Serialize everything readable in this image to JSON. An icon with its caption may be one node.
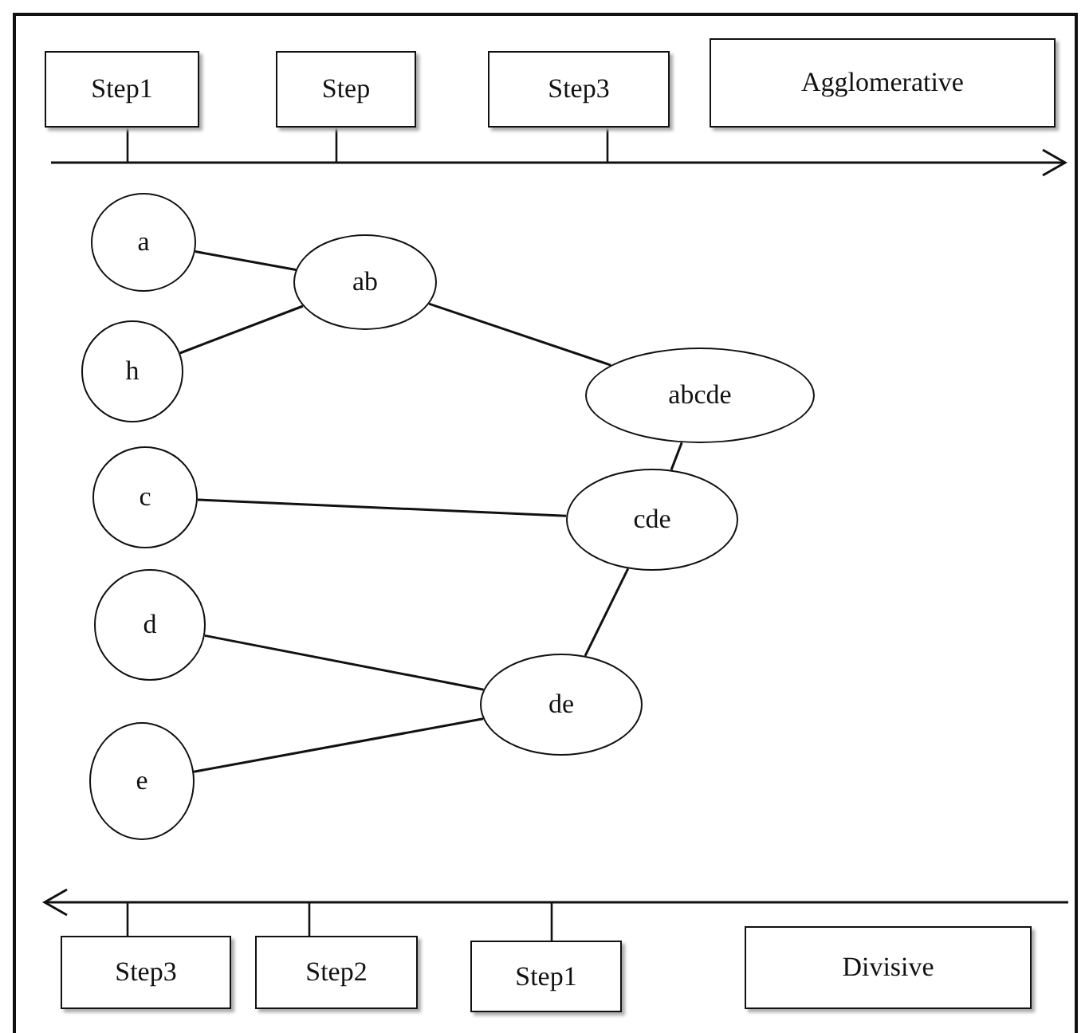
{
  "diagram": {
    "nodes": [
      {
        "text": [
          "Step1"
        ]
      },
      {
        "text": [
          "Step"
        ]
      },
      {
        "text": [
          "Step3"
        ]
      },
      {
        "text": [
          "Agglomerative"
        ]
      },
      {
        "text": [],
        "shape": "arrow"
      },
      {
        "text": [
          "a"
        ]
      },
      {
        "text": [
          "ab"
        ]
      },
      {
        "text": [
          "h"
        ]
      },
      {
        "text": [
          "abcde"
        ]
      },
      {
        "text": [
          "c"
        ]
      },
      {
        "text": [
          "cde"
        ]
      },
      {
        "text": [
          "d"
        ]
      },
      {
        "text": [
          "de"
        ]
      },
      {
        "text": [
          "e"
        ]
      },
      {
        "text": [],
        "shape": "arrow"
      },
      {
        "text": [
          "Step3"
        ]
      },
      {
        "text": [
          "Step2"
        ]
      },
      {
        "text": [
          "Step1"
        ]
      },
      {
        "text": [
          "Divisive"
        ]
      }
    ],
    "edges": [
      {
        "from": 0,
        "to": 4,
        "arrow": "none"
      },
      {
        "from": 1,
        "to": 4,
        "arrow": "none"
      },
      {
        "from": 2,
        "to": 4,
        "arrow": "none"
      },
      {
        "from": 5,
        "to": 6,
        "arrow": "none"
      },
      {
        "from": 7,
        "to": 6,
        "arrow": "none"
      },
      {
        "from": 6,
        "to": 8,
        "arrow": "none"
      },
      {
        "from": 10,
        "to": 8,
        "arrow": "none"
      },
      {
        "from": 9,
        "to": 10,
        "arrow": "none"
      },
      {
        "from": 12,
        "to": 10,
        "arrow": "none"
      },
      {
        "from": 11,
        "to": 12,
        "arrow": "none"
      },
      {
        "from": 13,
        "to": 12,
        "arrow": "none"
      },
      {
        "from": 15,
        "to": 14,
        "arrow": "none"
      },
      {
        "from": 16,
        "to": 14,
        "arrow": "none"
      },
      {
        "from": 17,
        "to": 14,
        "arrow": "none"
      }
    ]
  }
}
